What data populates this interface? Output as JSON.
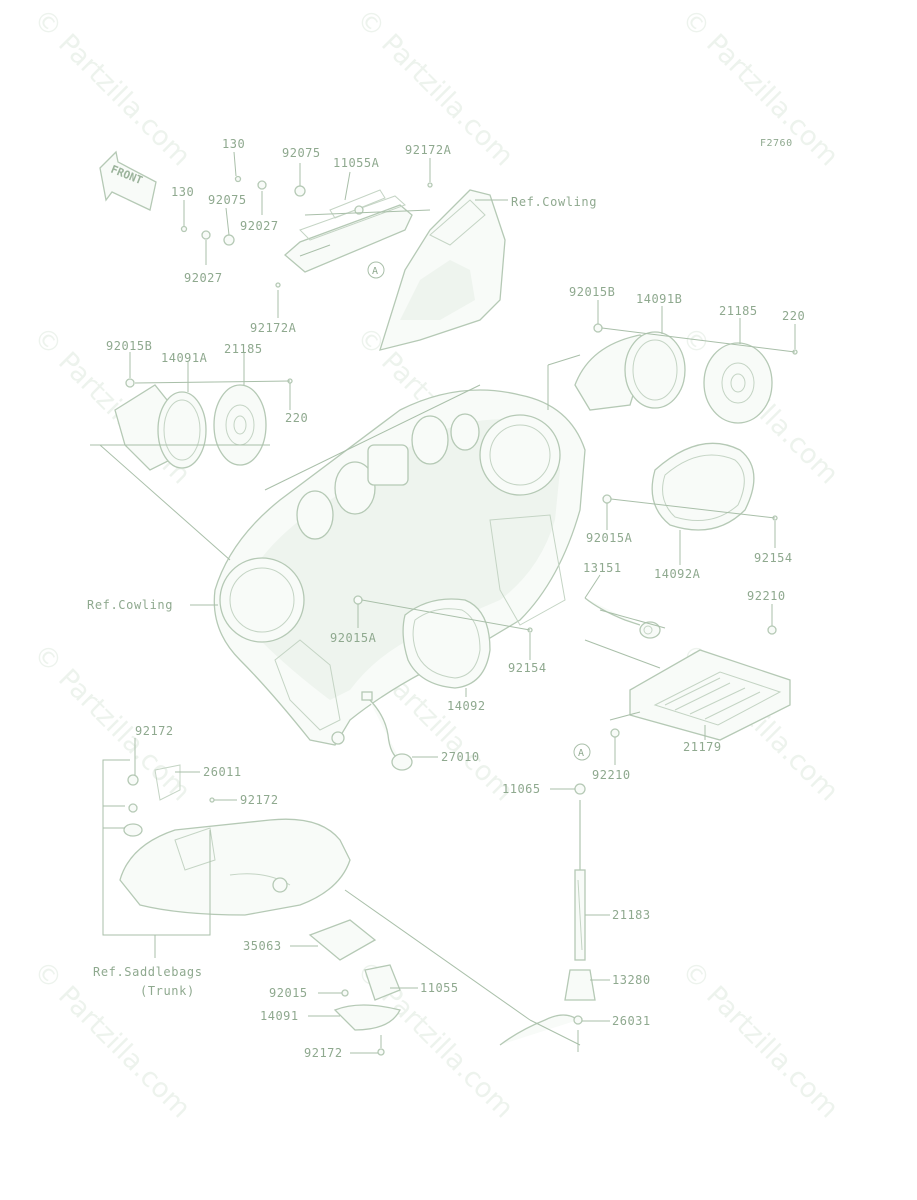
{
  "figure_code": "F2760",
  "watermark": "© Partzilla.com",
  "front_label": "FRONT",
  "callouts": {
    "c130a": "130",
    "c130b": "130",
    "c92075a": "92075",
    "c92075b": "92075",
    "c11055A": "11055A",
    "c92172Aa": "92172A",
    "c92027a": "92027",
    "c92027b": "92027",
    "c92172Ab": "92172A",
    "refCowlingTop": "Ref.Cowling",
    "c92015Bl": "92015B",
    "c14091A": "14091A",
    "c21185l": "21185",
    "c220l": "220",
    "c92015Br": "92015B",
    "c14091B": "14091B",
    "c21185r": "21185",
    "c220r": "220",
    "c92015Ar": "92015A",
    "c92154r": "92154",
    "c14092A": "14092A",
    "c13151": "13151",
    "c92210a": "92210",
    "refCowlingLeft": "Ref.Cowling",
    "c92015Al": "92015A",
    "c92154l": "92154",
    "c14092": "14092",
    "c21179": "21179",
    "c92210b": "92210",
    "c27010": "27010",
    "c92172a": "92172",
    "c26011": "26011",
    "c92172b": "92172",
    "c11065": "11065",
    "c21183": "21183",
    "c35063": "35063",
    "refSaddlebags": "Ref.Saddlebags",
    "trunk": "(Trunk)",
    "c13280": "13280",
    "c92015": "92015",
    "c11055": "11055",
    "c14091": "14091",
    "c26031": "26031",
    "c92172c": "92172",
    "markerA1": "A",
    "markerA2": "A"
  }
}
